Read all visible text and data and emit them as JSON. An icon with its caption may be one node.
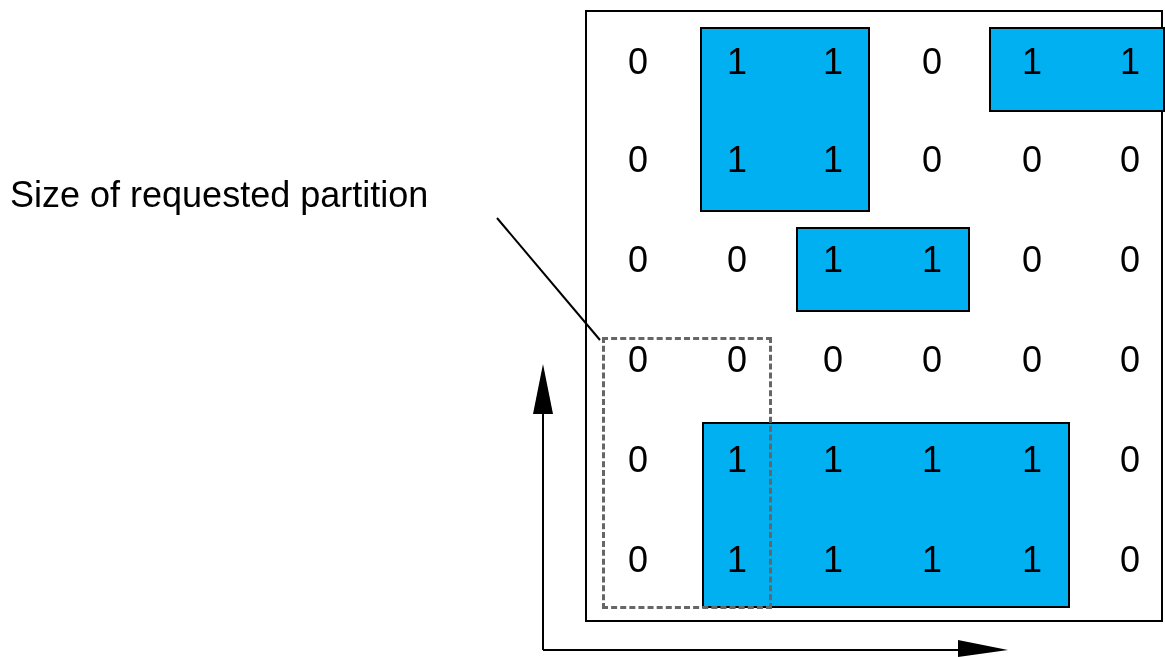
{
  "diagram": {
    "nodes": [
      {
        "text": [],
        "shape": "box"
      },
      {
        "text": [],
        "shape": "box",
        "in": 0
      },
      {
        "text": [],
        "shape": "box",
        "in": 0
      },
      {
        "text": [],
        "shape": "box",
        "in": 0
      },
      {
        "text": [],
        "shape": "box",
        "in": 0
      },
      {
        "text": [],
        "shape": "box",
        "in": 0
      },
      {
        "text": [
          "Size of requested partition"
        ]
      }
    ],
    "edges": [
      {
        "from": 6,
        "to": 5,
        "arrow": "none"
      }
    ],
    "labels": [
      "0",
      "1",
      "1",
      "0",
      "1",
      "1",
      "0",
      "1",
      "1",
      "0",
      "0",
      "0",
      "0",
      "0",
      "1",
      "1",
      "0",
      "0",
      "0",
      "0",
      "0",
      "0",
      "0",
      "0",
      "0",
      "1",
      "1",
      "1",
      "1",
      "0",
      "0",
      "1",
      "1",
      "1",
      "1",
      "0"
    ]
  }
}
